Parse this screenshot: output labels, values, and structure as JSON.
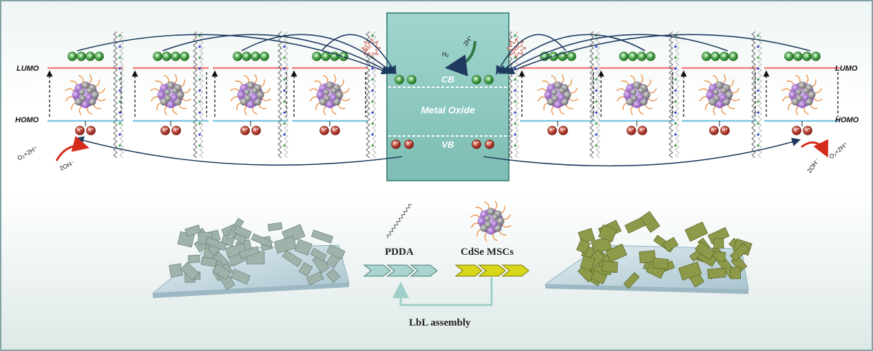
{
  "diagram": {
    "left_lumo": "LUMO",
    "left_homo": "HOMO",
    "right_lumo": "LUMO",
    "right_homo": "HOMO",
    "oxide_label": "Metal Oxide",
    "cb_label": "CB",
    "vb_label": "VB",
    "electron_symbol": "e",
    "hole_symbol": "h⁺",
    "fast_label": "fast",
    "h2_label": "H₂",
    "two_h_label": "2H⁺",
    "left_o2": "O₂+2H⁺",
    "left_oh": "2OH⁻",
    "right_o2": "O₂+2H⁺",
    "right_oh": "2OH⁻",
    "pdda_label": "PDDA",
    "cdse_label": "CdSe MSCs",
    "lbl_label": "LbL assembly"
  },
  "colors": {
    "oxide_fill": "#8ccac2",
    "oxide_border": "#4f8f86",
    "electron": "#2e9e2e",
    "hole": "#c0392b",
    "lumo_line": "#f08080",
    "homo_line": "#7ec8e3",
    "arrow": "#1e3a5f",
    "cluster_core": "#b57edc",
    "cluster_shell": "#9a9a9a",
    "ligand": "#e8944a",
    "pdda_arrow": "#a9d4cf",
    "cdse_arrow": "#d8d61a",
    "substrate": "#b9d3dc",
    "flake_bare": "#9fb3ab",
    "flake_coated": "#8d9a4a"
  },
  "icons": [
    "electron-icon",
    "hole-icon",
    "cdse-cluster-icon",
    "pdda-chain-icon",
    "curved-arrow-icon",
    "fast-burst-icon"
  ]
}
